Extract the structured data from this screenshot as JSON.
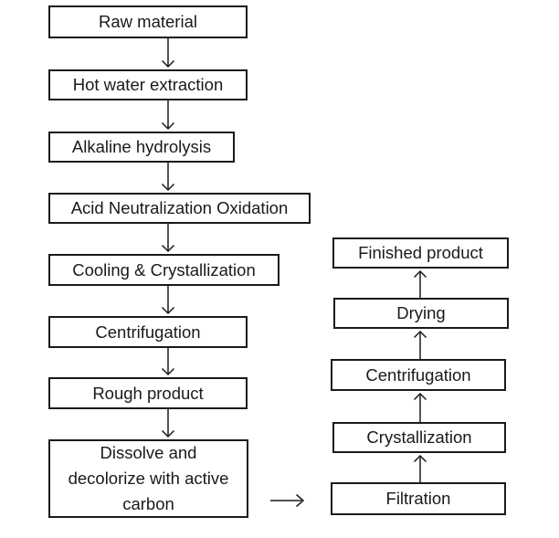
{
  "diagram": {
    "type": "flowchart",
    "colors": {
      "ink": "#1a1a1a",
      "background": "#ffffff"
    },
    "nodes": {
      "raw_material": {
        "label": "Raw material"
      },
      "hot_water_extraction": {
        "label": "Hot water extraction"
      },
      "alkaline_hydrolysis": {
        "label": "Alkaline hydrolysis"
      },
      "acid_neutralization_oxidation": {
        "label": "Acid Neutralization Oxidation"
      },
      "cooling_crystallization": {
        "label": "Cooling & Crystallization"
      },
      "centrifugation_left": {
        "label": "Centrifugation"
      },
      "rough_product": {
        "label": "Rough product"
      },
      "dissolve_decolorize": {
        "label": "Dissolve and\ndecolorize with active\ncarbon"
      },
      "filtration": {
        "label": "Filtration"
      },
      "crystallization": {
        "label": "Crystallization"
      },
      "centrifugation_right": {
        "label": "Centrifugation"
      },
      "drying": {
        "label": "Drying"
      },
      "finished_product": {
        "label": "Finished product"
      }
    },
    "edges": [
      {
        "from": "raw_material",
        "to": "hot_water_extraction",
        "direction": "down"
      },
      {
        "from": "hot_water_extraction",
        "to": "alkaline_hydrolysis",
        "direction": "down"
      },
      {
        "from": "alkaline_hydrolysis",
        "to": "acid_neutralization_oxidation",
        "direction": "down"
      },
      {
        "from": "acid_neutralization_oxidation",
        "to": "cooling_crystallization",
        "direction": "down"
      },
      {
        "from": "cooling_crystallization",
        "to": "centrifugation_left",
        "direction": "down"
      },
      {
        "from": "centrifugation_left",
        "to": "rough_product",
        "direction": "down"
      },
      {
        "from": "rough_product",
        "to": "dissolve_decolorize",
        "direction": "down"
      },
      {
        "from": "dissolve_decolorize",
        "to": "filtration",
        "direction": "right"
      },
      {
        "from": "filtration",
        "to": "crystallization",
        "direction": "up"
      },
      {
        "from": "crystallization",
        "to": "centrifugation_right",
        "direction": "up"
      },
      {
        "from": "centrifugation_right",
        "to": "drying",
        "direction": "up"
      },
      {
        "from": "drying",
        "to": "finished_product",
        "direction": "up"
      }
    ]
  }
}
